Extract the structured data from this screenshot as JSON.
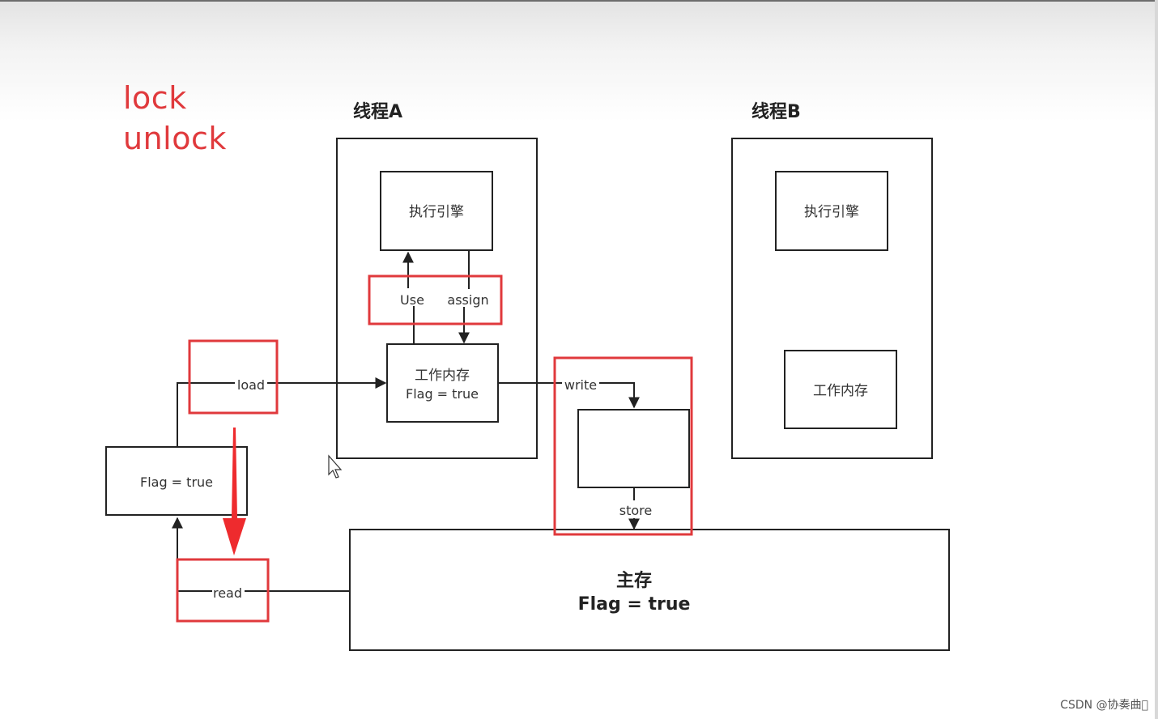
{
  "annotations": {
    "lock": "lock",
    "unlock": "unlock"
  },
  "thread_a": {
    "title": "线程A",
    "engine": "执行引擎",
    "use": "Use",
    "assign": "assign",
    "working_memory": "工作内存",
    "flag": "Flag = true"
  },
  "thread_b": {
    "title": "线程B",
    "engine": "执行引擎",
    "working_memory": "工作内存"
  },
  "operations": {
    "load": "load",
    "read": "read",
    "write": "write",
    "store": "store"
  },
  "local_copy": {
    "flag": "Flag = true"
  },
  "main_memory": {
    "title": "主存",
    "flag": "Flag = true"
  },
  "watermark": "CSDN @协奏曲\u0000",
  "colors": {
    "highlight": "#e0393c",
    "line": "#222222"
  }
}
